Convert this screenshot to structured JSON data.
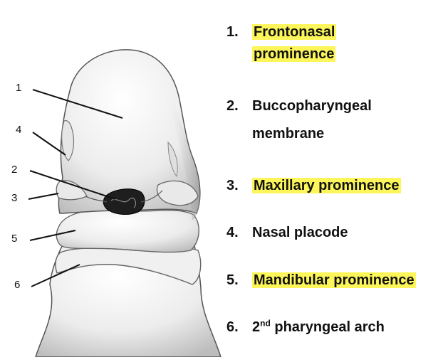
{
  "figure_labels": [
    "1",
    "4",
    "2",
    "3",
    "5",
    "6"
  ],
  "legend": [
    {
      "number": "1.",
      "lines": [
        "Frontonasal",
        "prominence"
      ],
      "highlighted": true
    },
    {
      "number": "2.",
      "lines": [
        "Buccopharyngeal",
        "membrane"
      ],
      "highlighted": false
    },
    {
      "number": "3.",
      "lines": [
        "Maxillary prominence"
      ],
      "highlighted": true
    },
    {
      "number": "4.",
      "lines": [
        "Nasal placode"
      ],
      "highlighted": false
    },
    {
      "number": "5.",
      "lines": [
        "Mandibular prominence"
      ],
      "highlighted": true
    },
    {
      "number": "6.",
      "ordinal": "2",
      "ordinal_suffix": "nd",
      "rest": "pharyngeal arch",
      "highlighted": false
    }
  ],
  "colors": {
    "highlight": "#fdf65a",
    "text": "#111111",
    "line": "#111111"
  }
}
